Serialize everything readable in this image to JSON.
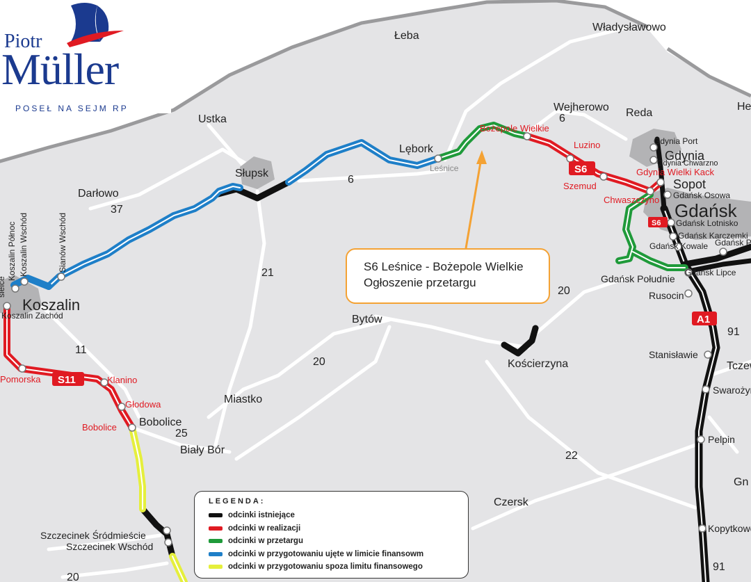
{
  "logo": {
    "first_name": "Piotr",
    "last_name": "Müller",
    "subtitle": "POSEŁ NA SEJM RP"
  },
  "callout": {
    "line1": "S6 Leśnice - Bożepole Wielkie",
    "line2": "Ogłoszenie przetargu"
  },
  "legend": {
    "title": "LEGENDA:",
    "items": [
      {
        "label": "odcinki istniejące",
        "color": "#111111"
      },
      {
        "label": "odcinki w realizacji",
        "color": "#e01a22"
      },
      {
        "label": "odcinki w przetargu",
        "color": "#1f9a3a"
      },
      {
        "label": "odcinki w przygotowaniu ujęte w limicie finansowm",
        "color": "#1e7fc8"
      },
      {
        "label": "odcinki w przygotowaniu spoza limitu finansowego",
        "color": "#e5ef3c"
      }
    ]
  },
  "colors": {
    "sea": "#ffffff",
    "land": "#e4e4e6",
    "road": "#ffffff",
    "city": "#b3b3b5",
    "callout_border": "#f4a234"
  },
  "places": {
    "leba": "Łeba",
    "wladyslawowo": "Władysławowo",
    "ustka": "Ustka",
    "slupsk": "Słupsk",
    "lebork": "Lębork",
    "wejherowo": "Wejherowo",
    "reda": "Reda",
    "gdynia": "Gdynia",
    "sopot": "Sopot",
    "gdansk": "Gdańsk",
    "darlowo": "Darłowo",
    "koszalin": "Koszalin",
    "bytow": "Bytów",
    "koscierzyna": "Kościerzyna",
    "miastko": "Miastko",
    "bobolice": "Bobolice",
    "bialy_bor": "Biały Bór",
    "czersk": "Czersk",
    "szczecinek_srod": "Szczecinek Śródmieście",
    "szczecinek_wsch": "Szczecinek Wschód",
    "rusocin": "Rusocin",
    "stanislawie": "Stanisławie",
    "pelpin": "Pelpin",
    "kopytkowo": "Kopytkowo",
    "swarozyn": "Swarożyn",
    "tczew": "Tczew",
    "he": "He",
    "gn": "Gn"
  },
  "nodes": {
    "lesnice": "Leśnice",
    "bozepole": "Bożepole Wielkie",
    "luzino": "Luzino",
    "szemud": "Szemud",
    "chwaszczyno": "Chwaszczyno",
    "gdynia_wk": "Gdynia Wielki Kack",
    "gdynia_port": "Gdynia Port",
    "gdynia_chw": "Gdynia Chwarzno",
    "gdansk_osowa": "Gdańsk Osowa",
    "gdansk_lotnisko": "Gdańsk Lotnisko",
    "gdansk_karczemki": "Gdańsk Karczemki",
    "gdansk_kowale": "Gdańsk Kowale",
    "gdansk_po": "Gdańsk Po",
    "gdansk_lipce": "Gdańsk Lipce",
    "gdansk_pld": "Gdańsk Południe",
    "koszalin_pn": "Koszalin Północ",
    "koszalin_wsch": "Koszalin Wschód",
    "sianow_wsch": "Sianów Wschód",
    "sianow_lbl": "sielce",
    "koszalin_zach": "Koszalin Zachód",
    "pomorska": "Pomorska",
    "klanino": "Klanino",
    "glodowa": "Głodowa",
    "bobolice_node": "Bobolice"
  },
  "shields": {
    "s6_a": "S6",
    "s6_b": "S6",
    "s11": "S11",
    "a1": "A1"
  },
  "road_numbers": {
    "r6_main": "6",
    "r6_wejh": "6",
    "r37": "37",
    "r21": "21",
    "r20_a": "20",
    "r20_b": "20",
    "r20_c": "20",
    "r11": "11",
    "r25": "25",
    "r22": "22",
    "r91_a": "91",
    "r91_b": "91"
  }
}
